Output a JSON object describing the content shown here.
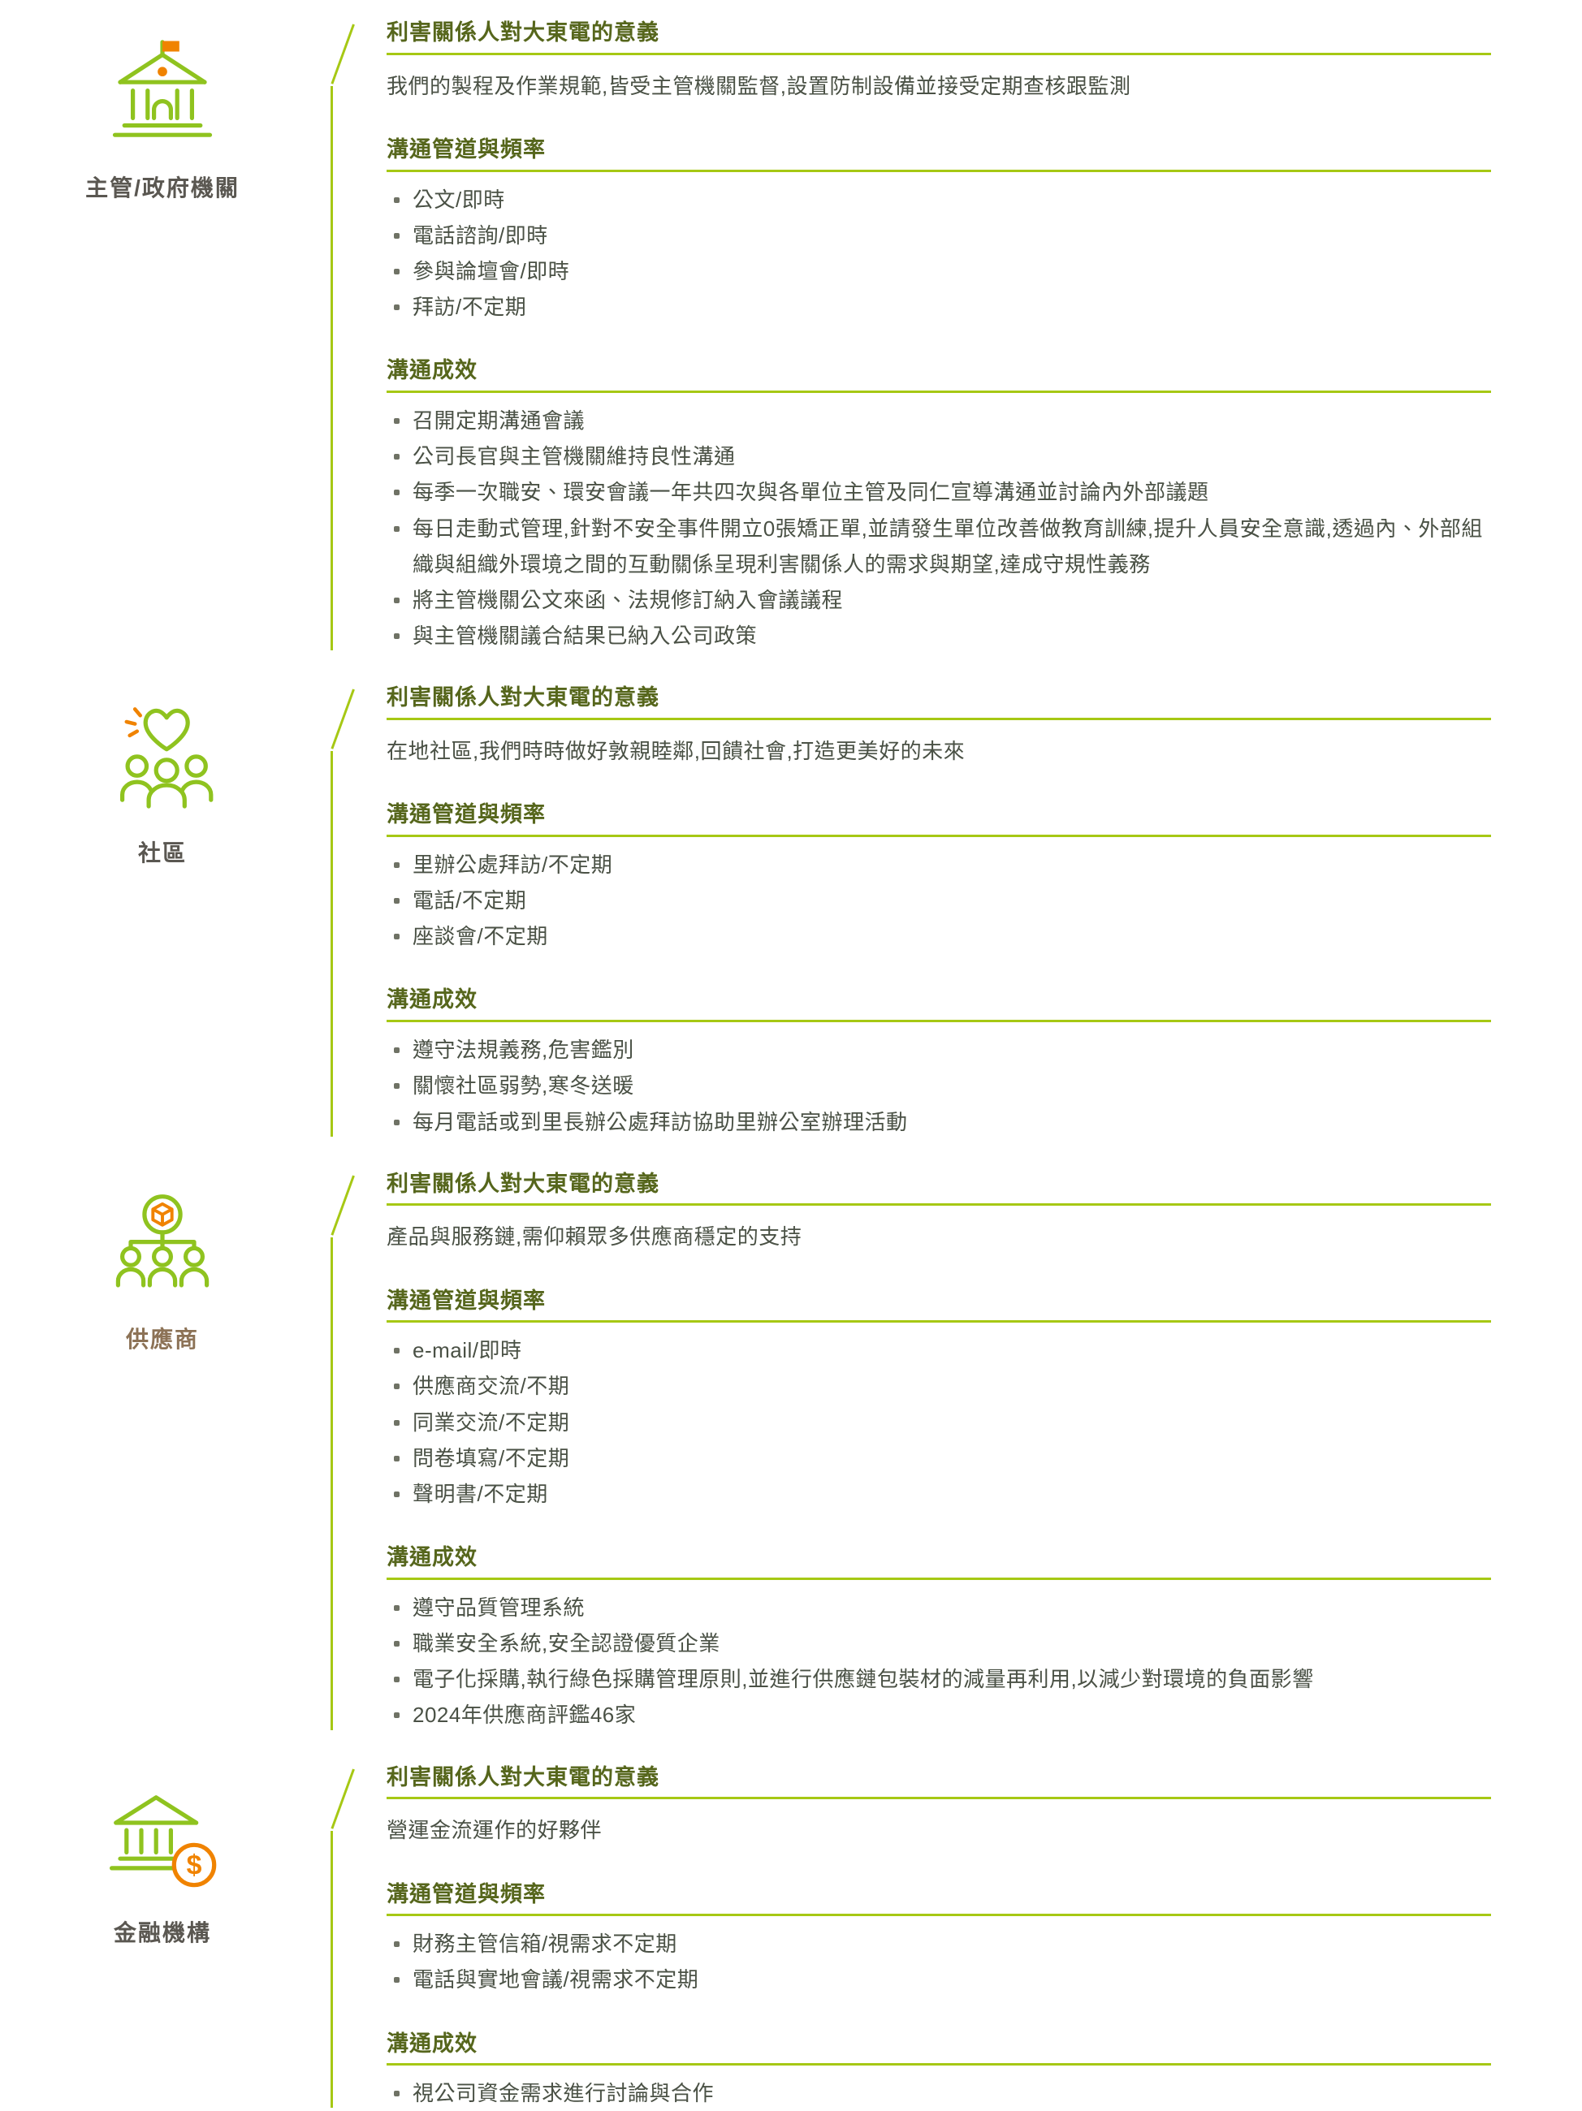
{
  "colors": {
    "lime": "#a6c814",
    "header": "#56661c",
    "body": "#4a5145",
    "green": "#8fc31f",
    "orange": "#f08300",
    "label": "#5a5751",
    "bullet": "#6f7265"
  },
  "sections": [
    {
      "label": "主管/政府機關",
      "label_color": "#5a5751",
      "icon": "government-building-icon",
      "meaning_title": "利害關係人對大東電的意義",
      "meaning_text": "我們的製程及作業規範,皆受主管機關監督,設置防制設備並接受定期查核跟監測",
      "channels_title": "溝通管道與頻率",
      "channels": [
        "公文/即時",
        "電話諮詢/即時",
        "參與論壇會/即時",
        "拜訪/不定期"
      ],
      "results_title": "溝通成效",
      "results": [
        "召開定期溝通會議",
        "公司長官與主管機關維持良性溝通",
        "每季一次職安、環安會議一年共四次與各單位主管及同仁宣導溝通並討論內外部議題",
        "每日走動式管理,針對不安全事件開立0張矯正單,並請發生單位改善做教育訓練,提升人員安全意識,透過內、外部組織與組織外環境之間的互動關係呈現利害關係人的需求與期望,達成守規性義務",
        "將主管機關公文來函、法規修訂納入會議議程",
        "與主管機關議合結果已納入公司政策"
      ]
    },
    {
      "label": "社區",
      "label_color": "#5a5751",
      "icon": "community-people-heart-icon",
      "meaning_title": "利害關係人對大東電的意義",
      "meaning_text": "在地社區,我們時時做好敦親睦鄰,回饋社會,打造更美好的未來",
      "channels_title": "溝通管道與頻率",
      "channels": [
        "里辦公處拜訪/不定期",
        "電話/不定期",
        "座談會/不定期"
      ],
      "results_title": "溝通成效",
      "results": [
        "遵守法規義務,危害鑑別",
        "關懷社區弱勢,寒冬送暖",
        "每月電話或到里長辦公處拜訪協助里辦公室辦理活動"
      ]
    },
    {
      "label": "供應商",
      "label_color": "#8c7256",
      "icon": "supplier-network-icon",
      "meaning_title": "利害關係人對大東電的意義",
      "meaning_text": "產品與服務鏈,需仰賴眾多供應商穩定的支持",
      "channels_title": "溝通管道與頻率",
      "channels": [
        "e-mail/即時",
        "供應商交流/不期",
        "同業交流/不定期",
        "問卷填寫/不定期",
        "聲明書/不定期"
      ],
      "results_title": "溝通成效",
      "results": [
        "遵守品質管理系統",
        "職業安全系統,安全認證優質企業",
        "電子化採購,執行綠色採購管理原則,並進行供應鏈包裝材的減量再利用,以減少對環境的負面影響",
        "2024年供應商評鑑46家"
      ]
    },
    {
      "label": "金融機構",
      "label_color": "#5a5751",
      "icon": "bank-dollar-icon",
      "meaning_title": "利害關係人對大東電的意義",
      "meaning_text": "營運金流運作的好夥伴",
      "channels_title": "溝通管道與頻率",
      "channels": [
        "財務主管信箱/視需求不定期",
        "電話與實地會議/視需求不定期"
      ],
      "results_title": "溝通成效",
      "results": [
        "視公司資金需求進行討論與合作"
      ]
    }
  ]
}
